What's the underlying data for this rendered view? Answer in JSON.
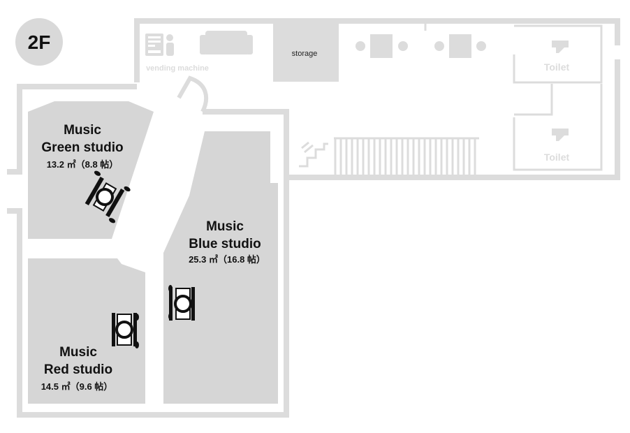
{
  "floor": {
    "label": "2F"
  },
  "rooms": {
    "green": {
      "name_line1": "Music",
      "name_line2": "Green studio",
      "area": "13.2 ㎡（8.8 帖）"
    },
    "blue": {
      "name_line1": "Music",
      "name_line2": "Blue studio",
      "area": "25.3 ㎡（16.8 帖）"
    },
    "red": {
      "name_line1": "Music",
      "name_line2": "Red studio",
      "area": "14.5 ㎡（9.6 帖）"
    },
    "storage": {
      "label": "storage"
    },
    "vending": {
      "label": "vending machine",
      "icon": "vending-machine-icon"
    },
    "toilet_top": {
      "label": "Toilet",
      "icon": "toilet-icon"
    },
    "toilet_bottom": {
      "label": "Toilet",
      "icon": "toilet-icon"
    }
  },
  "icons": {
    "sofa": "sofa-icon",
    "tables": "table-with-chairs-icon",
    "stairs": "stairs-icon",
    "drums": "drum-kit-icon"
  },
  "colors": {
    "wall": "#dcdcdc",
    "room_fill": "#d6d6d6",
    "badge_fill": "#d9d9d9",
    "text": "#111111"
  }
}
